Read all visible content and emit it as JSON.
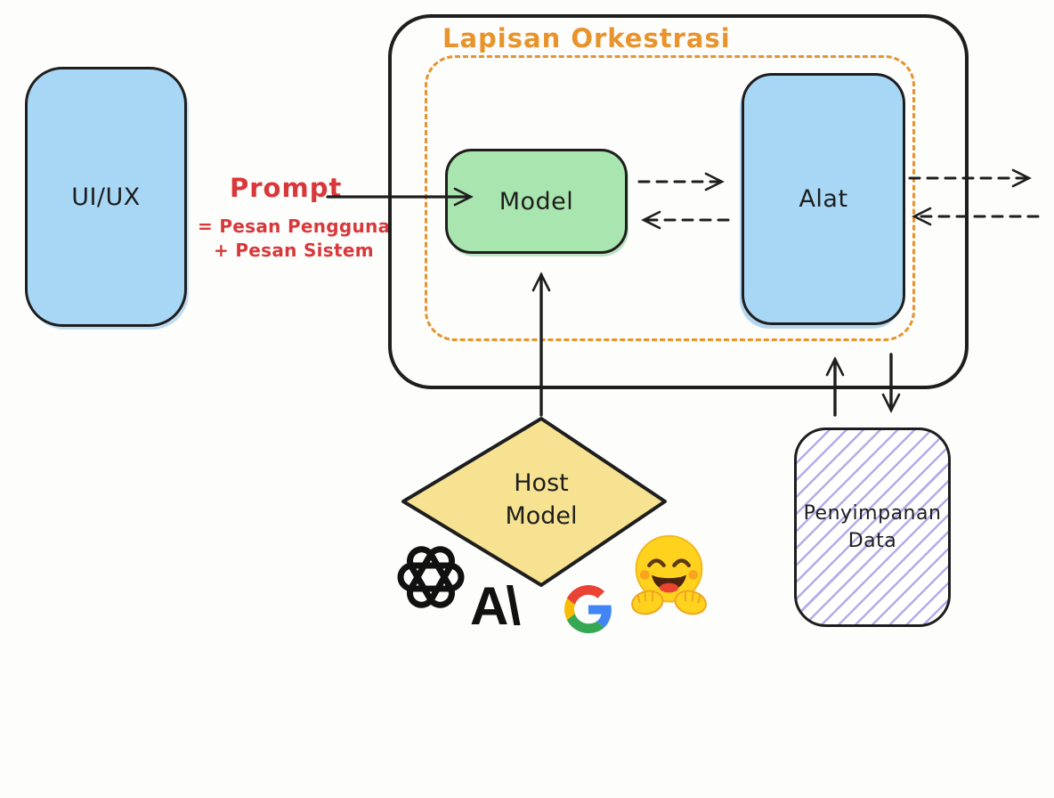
{
  "colors": {
    "blue": "#a8d7f5",
    "green": "#a9e5ae",
    "yellow": "#f6e291",
    "orange": "#e8932c",
    "red": "#d9383a",
    "purple": "#b7abe6",
    "ink": "#1e1e1e",
    "hf_yellow": "#FFD21E",
    "google_blue": "#4285F4",
    "google_red": "#EA4335",
    "google_yellow": "#FBBC05",
    "google_green": "#34A853"
  },
  "orchestration": {
    "title": "Lapisan Orkestrasi"
  },
  "nodes": {
    "uiux": {
      "label": "UI/UX"
    },
    "model": {
      "label": "Model"
    },
    "alat": {
      "label": "Alat"
    },
    "host_model": {
      "line1": "Host",
      "line2": "Model"
    },
    "data_store": {
      "line1": "Penyimpanan",
      "line2": "Data"
    }
  },
  "prompt": {
    "heading": "Prompt",
    "line1": "= Pesan Pengguna",
    "line2": "+ Pesan Sistem"
  },
  "logos": {
    "anthropic_label": "A\\",
    "openai": "openai-logo",
    "google": "google-g-logo",
    "huggingface": "hugging-face-emoji"
  }
}
